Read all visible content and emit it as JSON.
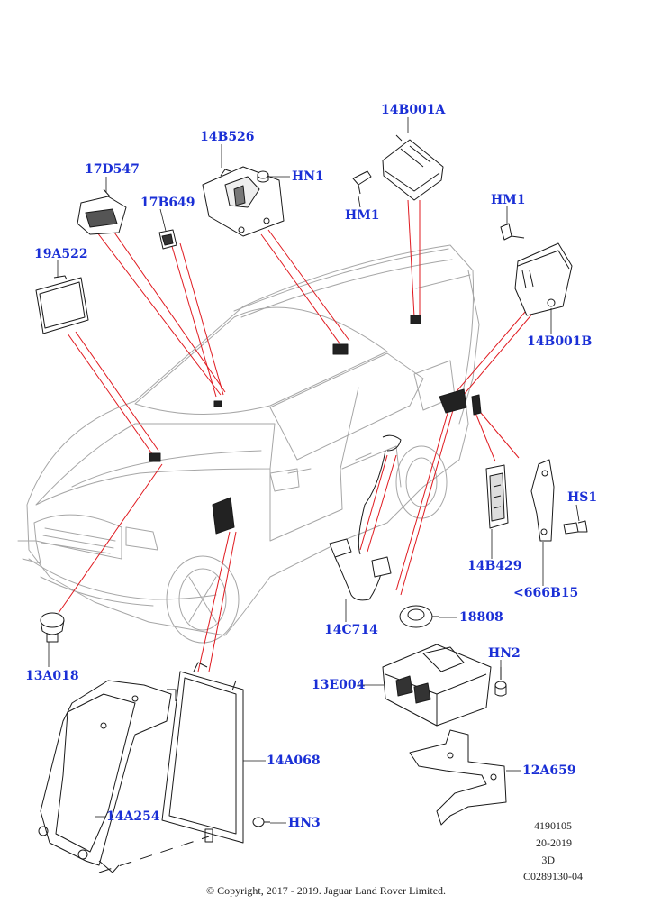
{
  "diagram": {
    "callouts": {
      "c_14B001A": "14B001A",
      "c_14B526": "14B526",
      "c_HN1": "HN1",
      "c_HM1_top": "HM1",
      "c_17D547": "17D547",
      "c_17B649": "17B649",
      "c_HM1_right": "HM1",
      "c_19A522": "19A522",
      "c_14B001B": "14B001B",
      "c_HS1": "HS1",
      "c_14B429": "14B429",
      "c_666B15": "<666B15",
      "c_18808": "18808",
      "c_14C714": "14C714",
      "c_HN2": "HN2",
      "c_13A018": "13A018",
      "c_13E004": "13E004",
      "c_14A068": "14A068",
      "c_12A659": "12A659",
      "c_14A254": "14A254",
      "c_HN3": "HN3"
    },
    "meta": {
      "code": "4190105",
      "date": "20-2019",
      "view": "3D",
      "ref": "C0289130-04"
    },
    "copyright": "© Copyright, 2017 - 2019. Jaguar Land Rover Limited."
  },
  "colors": {
    "callout_text": "#1a2fd6",
    "leader_red": "#e0191f",
    "line_art": "#1a1a1a",
    "light_art": "#9a9a9a"
  }
}
